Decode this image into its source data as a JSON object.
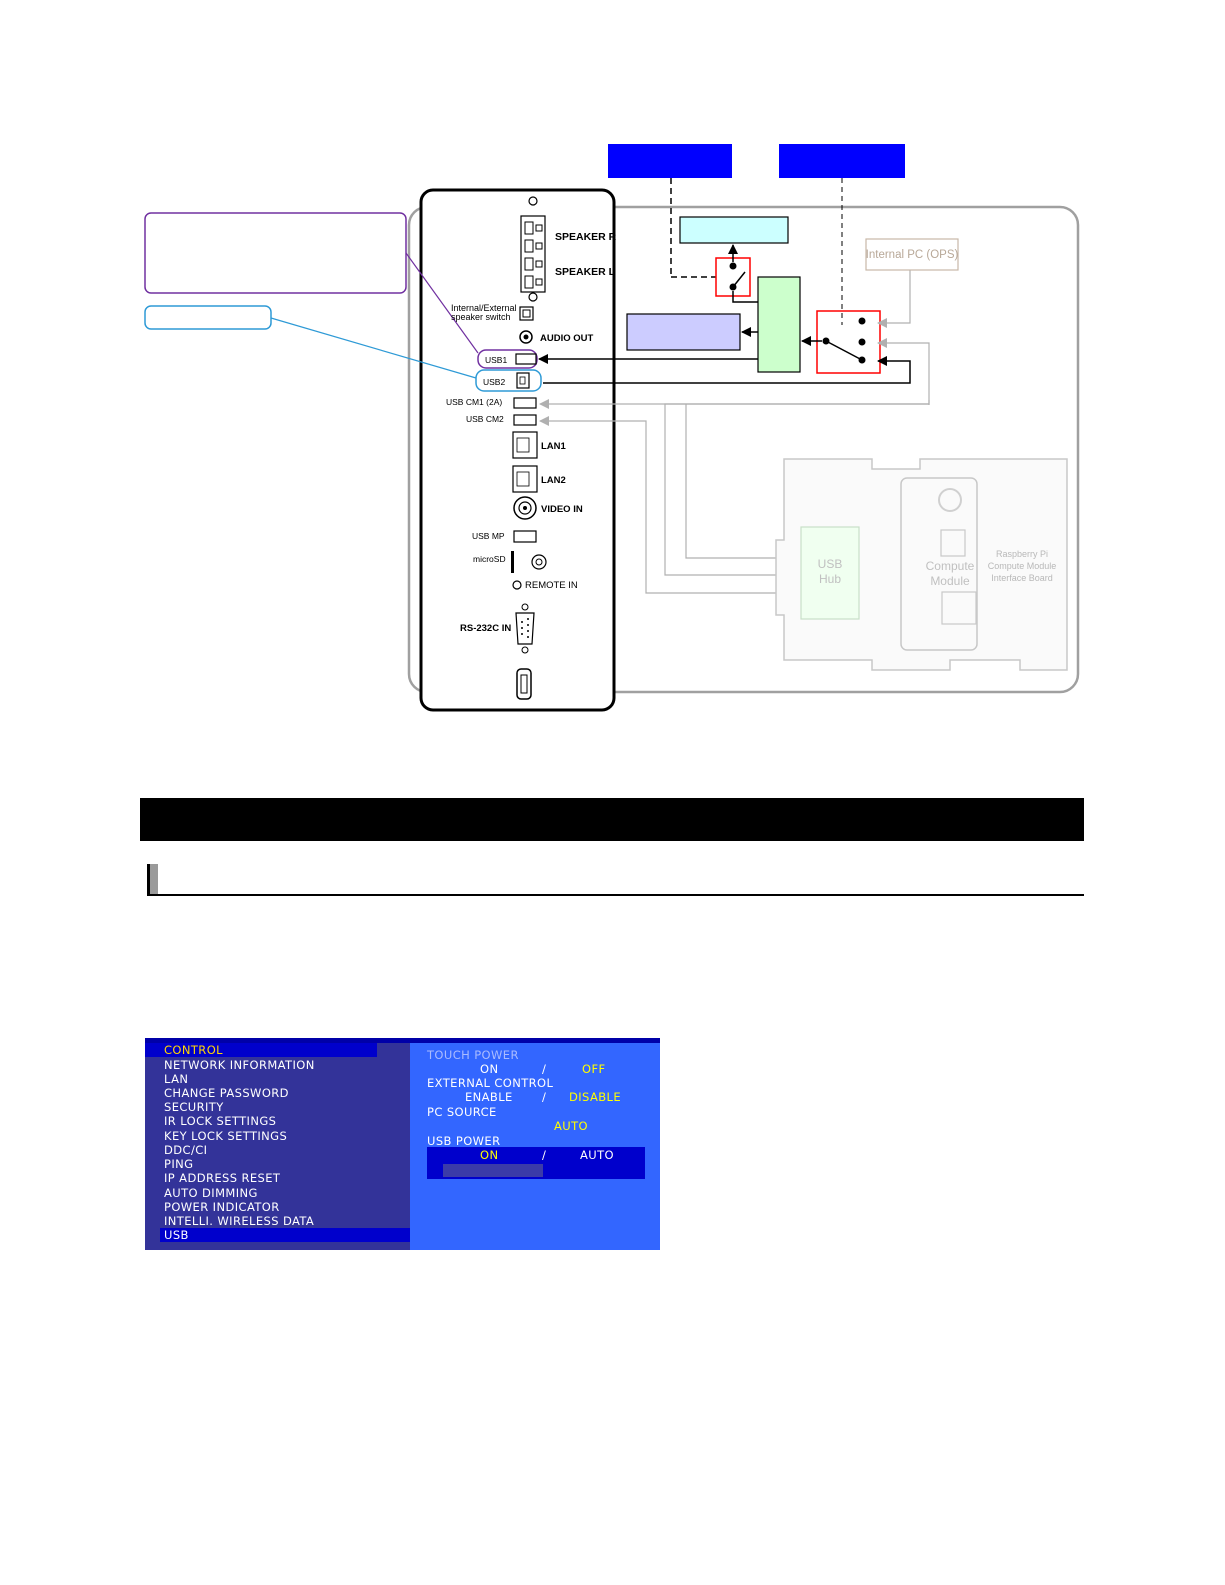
{
  "diagram": {
    "speakers": [
      "SPEAKER R",
      "SPEAKER L"
    ],
    "speaker_switch": [
      "Internal/External",
      "speaker switch"
    ],
    "audio_out": "AUDIO OUT",
    "usb1": "USB1",
    "usb2": "USB2",
    "usb_cm1": "USB CM1 (2A)",
    "usb_cm2": "USB CM2",
    "lan1": "LAN1",
    "lan2": "LAN2",
    "video_in": "VIDEO IN",
    "usb_mp": "USB MP",
    "microsd": "microSD",
    "remote_in": "REMOTE IN",
    "rs232c_in": "RS-232C IN",
    "internal_pc": "Internal PC (OPS)",
    "usb_hub": [
      "USB",
      "Hub"
    ],
    "compute_module": [
      "Compute",
      "Module"
    ],
    "rpi_board": [
      "Raspberry Pi",
      "Compute Module",
      "Interface Board"
    ]
  },
  "osd": {
    "menu_title": "CONTROL",
    "menu_items": [
      "NETWORK INFORMATION",
      "LAN",
      "CHANGE PASSWORD",
      "SECURITY",
      "IR LOCK SETTINGS",
      "KEY LOCK SETTINGS",
      "DDC/CI",
      "PING",
      "IP ADDRESS RESET",
      "AUTO DIMMING",
      "POWER INDICATOR",
      "INTELLI. WIRELESS DATA",
      "USB"
    ],
    "touch_power": {
      "label": "TOUCH POWER",
      "on": "ON",
      "sep": "/",
      "off": "OFF"
    },
    "external_control": {
      "label": "EXTERNAL CONTROL",
      "enable": "ENABLE",
      "sep": "/",
      "disable": "DISABLE"
    },
    "pc_source": {
      "label": "PC SOURCE",
      "value": "AUTO"
    },
    "usb_power": {
      "label": "USB POWER",
      "on": "ON",
      "sep": "/",
      "auto": "AUTO"
    },
    "colors": {
      "panel": "#3366ff",
      "menu": "#333399",
      "highlight": "#0000cc",
      "value": "#ffff00"
    }
  }
}
